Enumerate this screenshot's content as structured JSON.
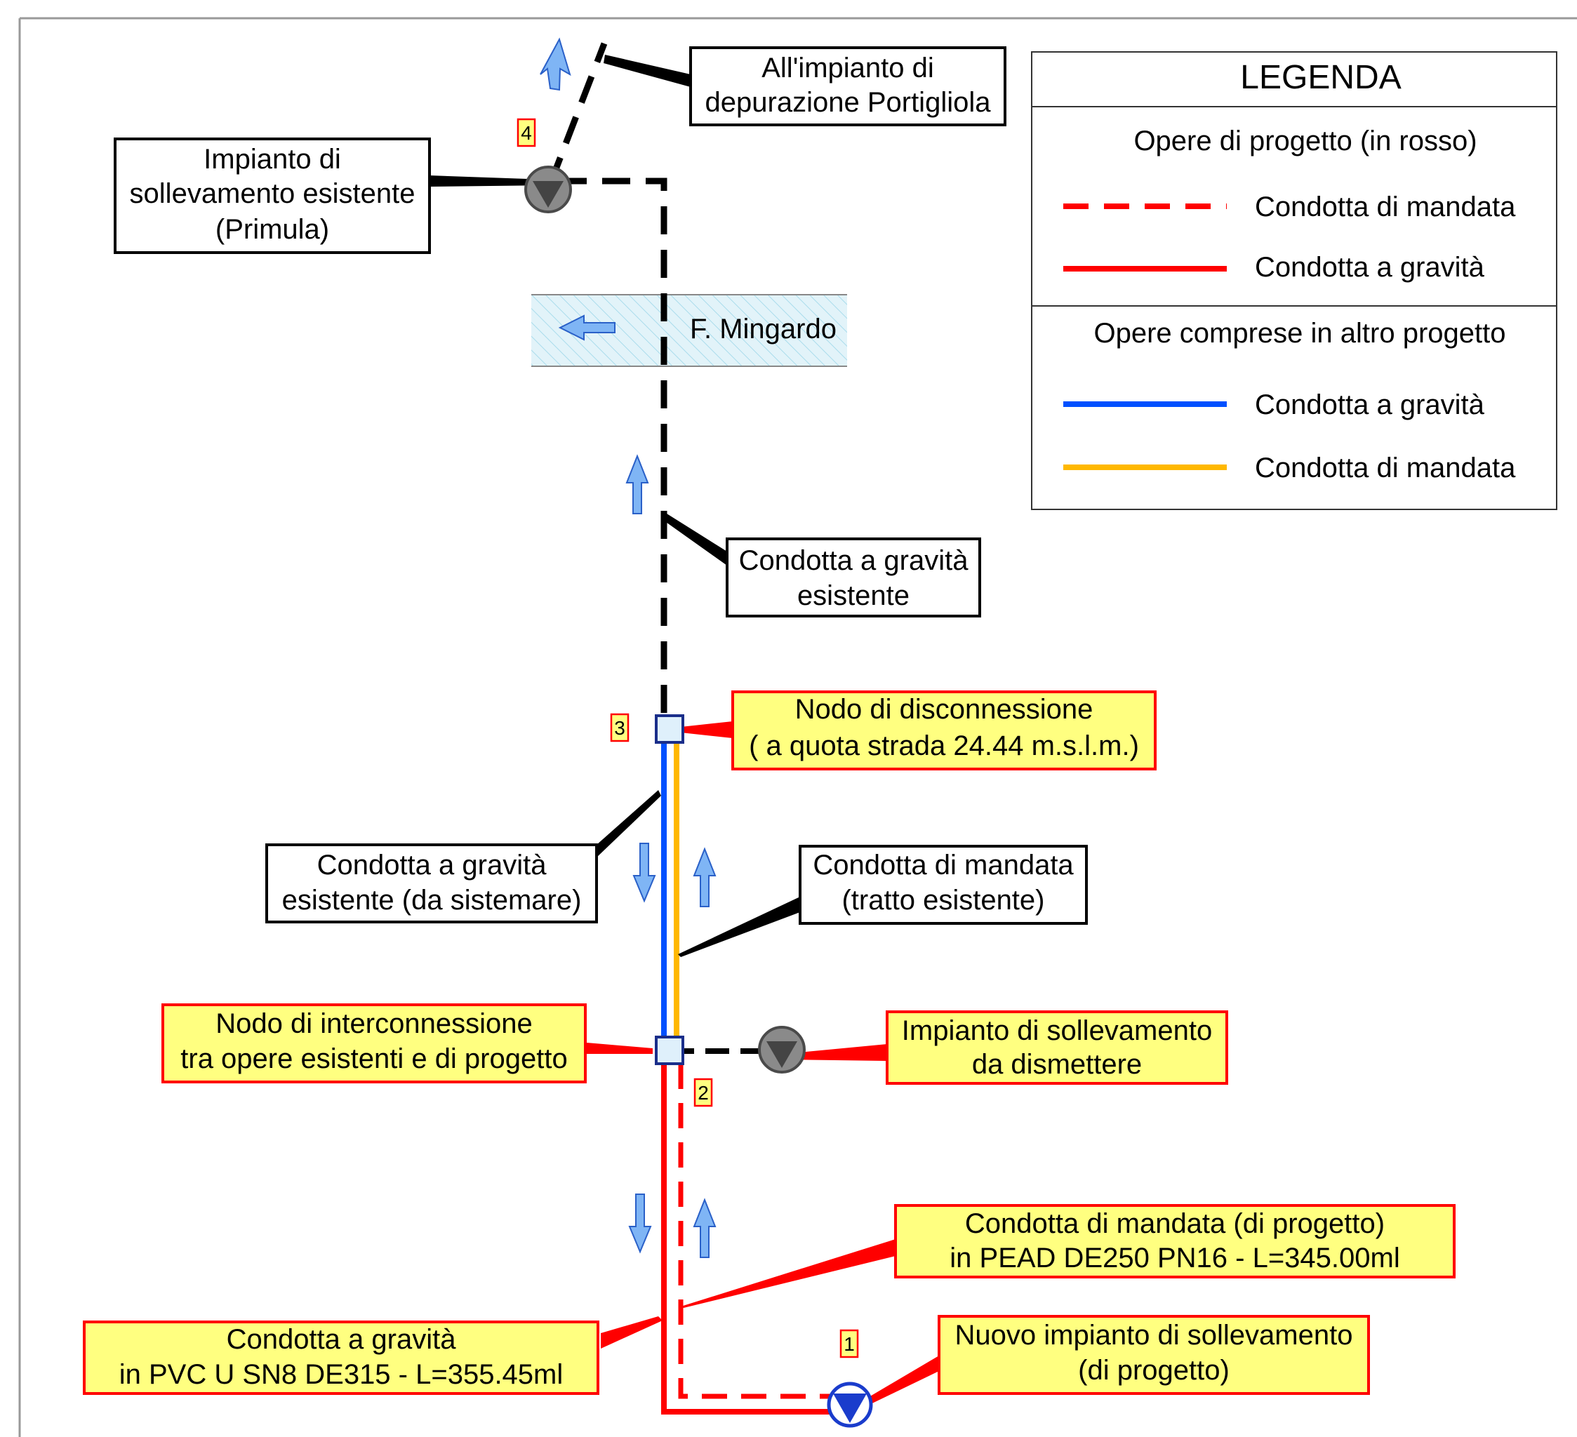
{
  "legend": {
    "title": "LEGENDA",
    "section_project": "Opere di progetto (in rosso)",
    "project_items": [
      "Condotta di mandata",
      "Condotta a gravità"
    ],
    "section_other": "Opere comprese in altro progetto",
    "other_items": [
      "Condotta a gravità",
      "Condotta di mandata"
    ]
  },
  "callouts": {
    "depuration": [
      "All'impianto di",
      "depurazione Portigliola"
    ],
    "primula": [
      "Impianto di",
      "sollevamento esistente",
      "(Primula)"
    ],
    "river": "F. Mingardo",
    "gravity_existing": [
      "Condotta a gravità",
      "esistente"
    ],
    "disconnection": [
      "Nodo di disconnessione",
      "( a quota strada 24.44 m.s.l.m.)"
    ],
    "gravity_to_fix": [
      "Condotta a gravità",
      "esistente (da sistemare)"
    ],
    "delivery_existing": [
      "Condotta di mandata",
      "(tratto esistente)"
    ],
    "interconnection": [
      "Nodo di interconnessione",
      "tra opere esistenti e di progetto"
    ],
    "plant_to_dismantle": [
      "Impianto di sollevamento",
      "da dismettere"
    ],
    "delivery_project": [
      "Condotta di mandata (di progetto)",
      "in PEAD DE250 PN16 - L=345.00ml"
    ],
    "gravity_project": [
      "Condotta a gravità",
      "in PVC U SN8 DE315 - L=355.45ml"
    ],
    "new_plant": [
      "Nuovo impianto di sollevamento",
      "(di progetto)"
    ]
  },
  "node_numbers": [
    "1",
    "2",
    "3",
    "4"
  ],
  "colors": {
    "project_red": "#ff0000",
    "other_blue": "#0050ff",
    "other_yellow": "#ffb800",
    "existing_black": "#000000",
    "callout_fill_project": "#ffff80",
    "arrow_fill": "#7fb5f5",
    "river_fill": "#e2f3f9"
  }
}
